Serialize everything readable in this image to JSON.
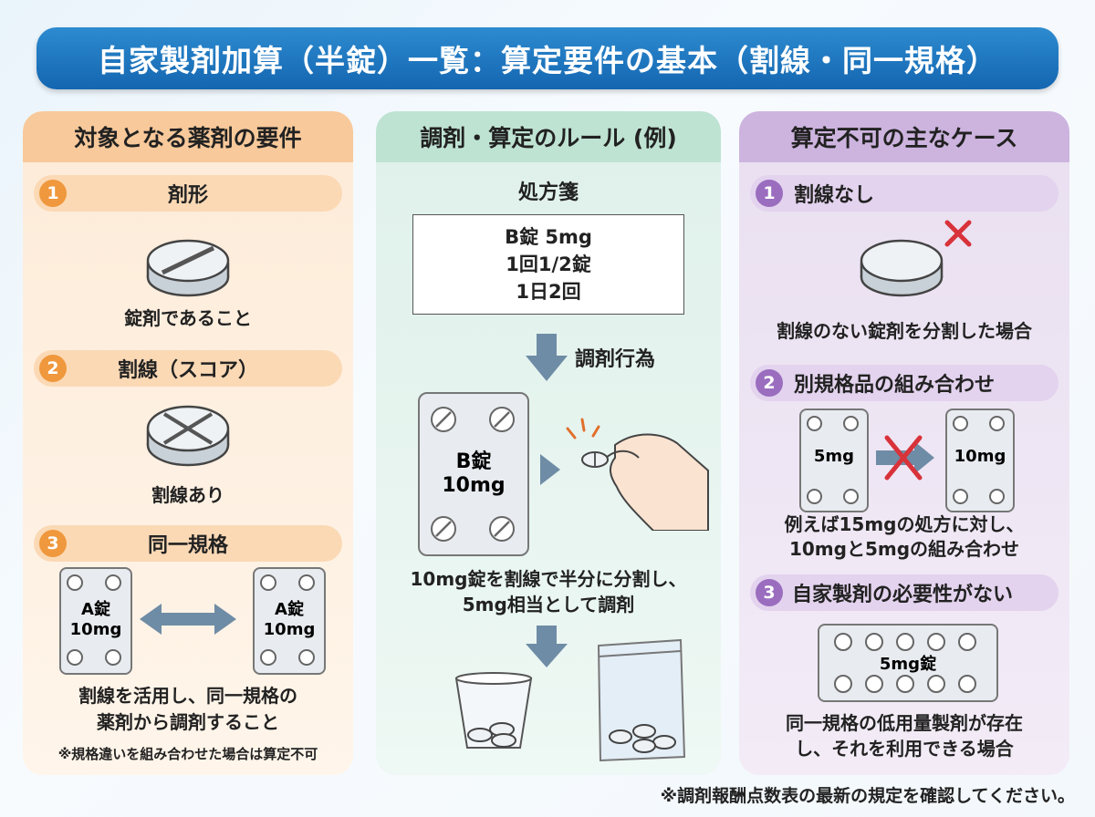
{
  "title": "自家製剤加算（半錠）一覧：算定要件の基本（割線・同一規格）",
  "col1": {
    "header": "対象となる薬剤の要件",
    "items": [
      {
        "num": "1",
        "label": "剤形",
        "caption": "錠剤であること"
      },
      {
        "num": "2",
        "label": "割線（スコア）",
        "caption": "割線あり"
      },
      {
        "num": "3",
        "label": "同一規格"
      }
    ],
    "blister_label_1": "A錠",
    "blister_label_2": "10mg",
    "caption_line1": "割線を活用し、同一規格の",
    "caption_line2": "薬剤から調剤すること",
    "note": "※規格違いを組み合わせた場合は算定不可"
  },
  "col2": {
    "header": "調剤・算定のルール (例)",
    "rx_title": "処方箋",
    "rx_lines": [
      "B錠 5mg",
      "1回1/2錠",
      "1日2回"
    ],
    "action_label": "調剤行為",
    "blister_label_1": "B錠",
    "blister_label_2": "10mg",
    "caption_line1": "10mg錠を割線で半分に分割し、",
    "caption_line2": "5mg相当として調剤"
  },
  "col3": {
    "header": "算定不可の主なケース",
    "items": [
      {
        "num": "1",
        "label": "割線なし",
        "caption": "割線のない錠剤を分割した場合"
      },
      {
        "num": "2",
        "label": "別規格品の組み合わせ"
      },
      {
        "num": "3",
        "label": "自家製剤の必要性がない"
      }
    ],
    "blister_5mg": "5mg",
    "blister_10mg": "10mg",
    "case2_line1": "例えば15mgの処方に対し、",
    "case2_line2": "10mgと5mgの組み合わせ",
    "blister_5mg_tab": "5mg錠",
    "case3_line1": "同一規格の低用量製剤が存在",
    "case3_line2": "し、それを利用できる場合"
  },
  "footer": "※調剤報酬点数表の最新の規定を確認してください。",
  "colors": {
    "title_blue": "#1a72bd",
    "orange": "#f0983d",
    "green": "#bfe3d3",
    "purple": "#9a6dbf",
    "red_x": "#d8323a"
  }
}
